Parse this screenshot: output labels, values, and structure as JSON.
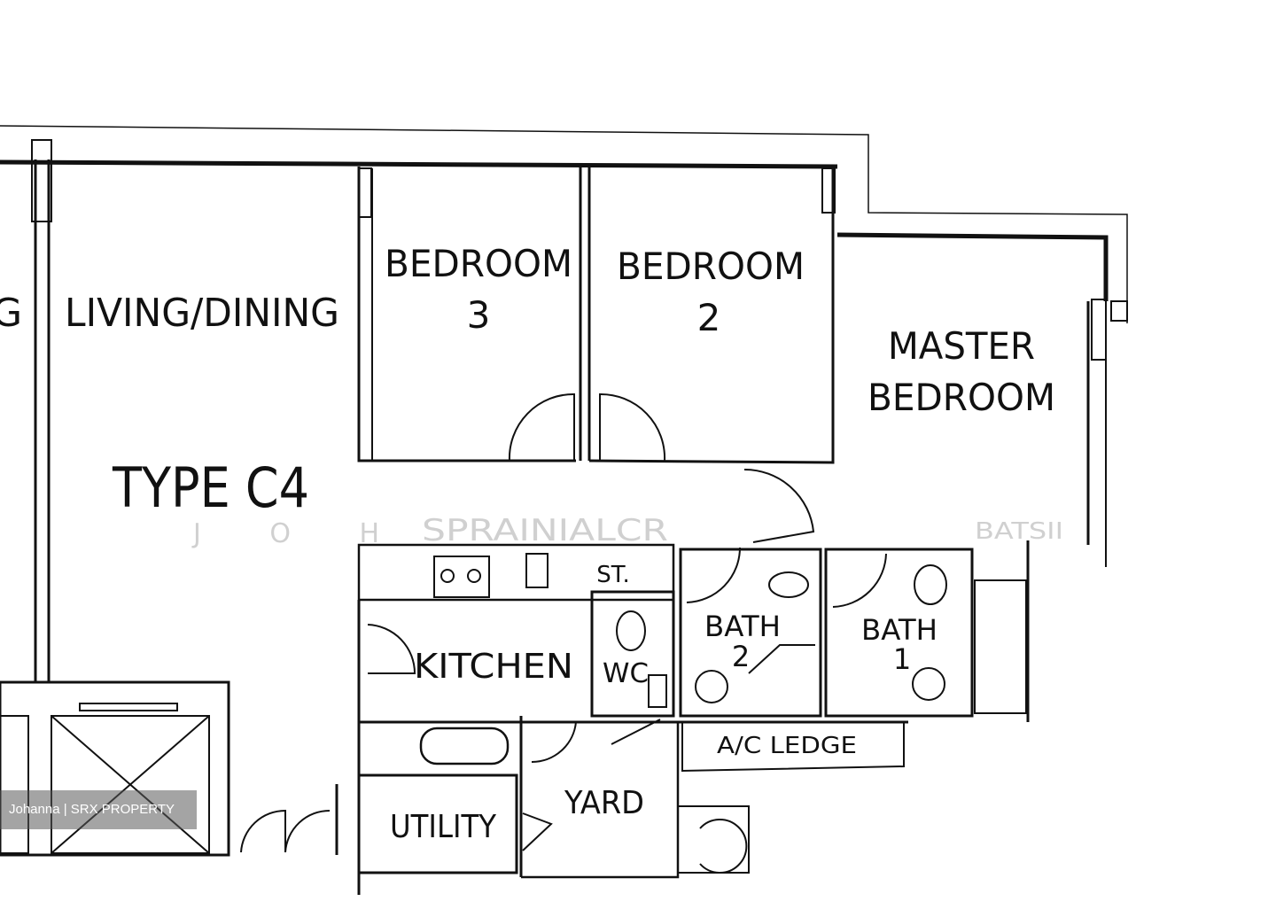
{
  "plan": {
    "type_label": "TYPE C4",
    "rooms": {
      "living_cut": "G",
      "living": "LIVING/DINING",
      "bedroom3_line1": "BEDROOM",
      "bedroom3_line2": "3",
      "bedroom2_line1": "BEDROOM",
      "bedroom2_line2": "2",
      "master_line1": "MASTER",
      "master_line2": "BEDROOM",
      "kitchen": "KITCHEN",
      "wc": "WC",
      "bath2_line1": "BATH",
      "bath2_line2": "2",
      "bath1_line1": "BATH",
      "bath1_line2": "1",
      "store": "ST.",
      "ac_ledge": "A/C LEDGE",
      "yard": "YARD",
      "utility": "UTILITY"
    },
    "faded_marks": {
      "watermark_letters": "J O H",
      "corridor_text": "SPRAINIALCR",
      "shaft_text": "BATSII"
    }
  },
  "watermark": {
    "text": "Johanna | SRX PROPERTY"
  },
  "colors": {
    "line": "#111111",
    "background": "#ffffff"
  }
}
